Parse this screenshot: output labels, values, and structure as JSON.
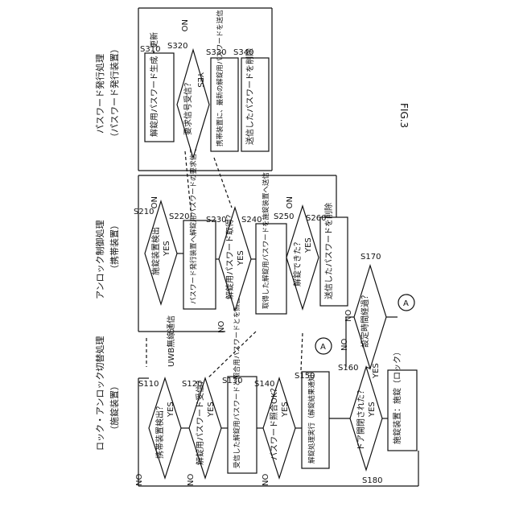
{
  "figure_label": "FIG.3",
  "lanes": {
    "lock": {
      "title": "ロック・アンロック切替処理",
      "subtitle": "（施錠装置）"
    },
    "unlock": {
      "title": "アンロック制御処理",
      "subtitle": "（携帯装置）"
    },
    "pw": {
      "title": "パスワード発行処理",
      "subtitle": "（パスワード発行装置）"
    }
  },
  "steps": {
    "s110": {
      "id": "S110",
      "text": "携帯装置検出？"
    },
    "s120": {
      "id": "S120",
      "text": "解錠用パスワード受信？"
    },
    "s130": {
      "id": "S130",
      "text": "受信した解錠用パスワードと照合用パスワードとを照合"
    },
    "s140": {
      "id": "S140",
      "text": "パスワード照合OK？"
    },
    "s150": {
      "id": "S150",
      "text": "解錠処理実行（解錠結果通知）"
    },
    "s160": {
      "id": "S160",
      "text": "ドア開閉された？"
    },
    "s170": {
      "id": "S170",
      "text": "設定時間経過？"
    },
    "s180": {
      "id": "S180",
      "text": "施錠装置：施錠（ロック）"
    },
    "s210": {
      "id": "S210",
      "text": "施錠装置検出"
    },
    "s220": {
      "id": "S220",
      "text": "パスワード発行装置へ解錠用パスワードの要求信号送信"
    },
    "s230": {
      "id": "S230",
      "text": "解錠用パスワード取得？"
    },
    "s240": {
      "id": "S240",
      "text": "取得した解錠用パスワードを施錠装置へ送信"
    },
    "s250": {
      "id": "S250",
      "text": "解錠できた？"
    },
    "s260": {
      "id": "S260",
      "text": "送信したパスワードを削除"
    },
    "s310": {
      "id": "S310",
      "text": "解錠用パスワード生成・更新"
    },
    "s320": {
      "id": "S320",
      "text": "要求信号受信？"
    },
    "s330": {
      "id": "S330",
      "text": "携帯装置に、最新の解錠用パスワードを送信"
    },
    "s340": {
      "id": "S340",
      "text": "送信したパスワードを削除"
    }
  },
  "labels": {
    "yes": "YES",
    "no": "NO",
    "connector_a": "A",
    "uwb": "UWB無線通信"
  }
}
